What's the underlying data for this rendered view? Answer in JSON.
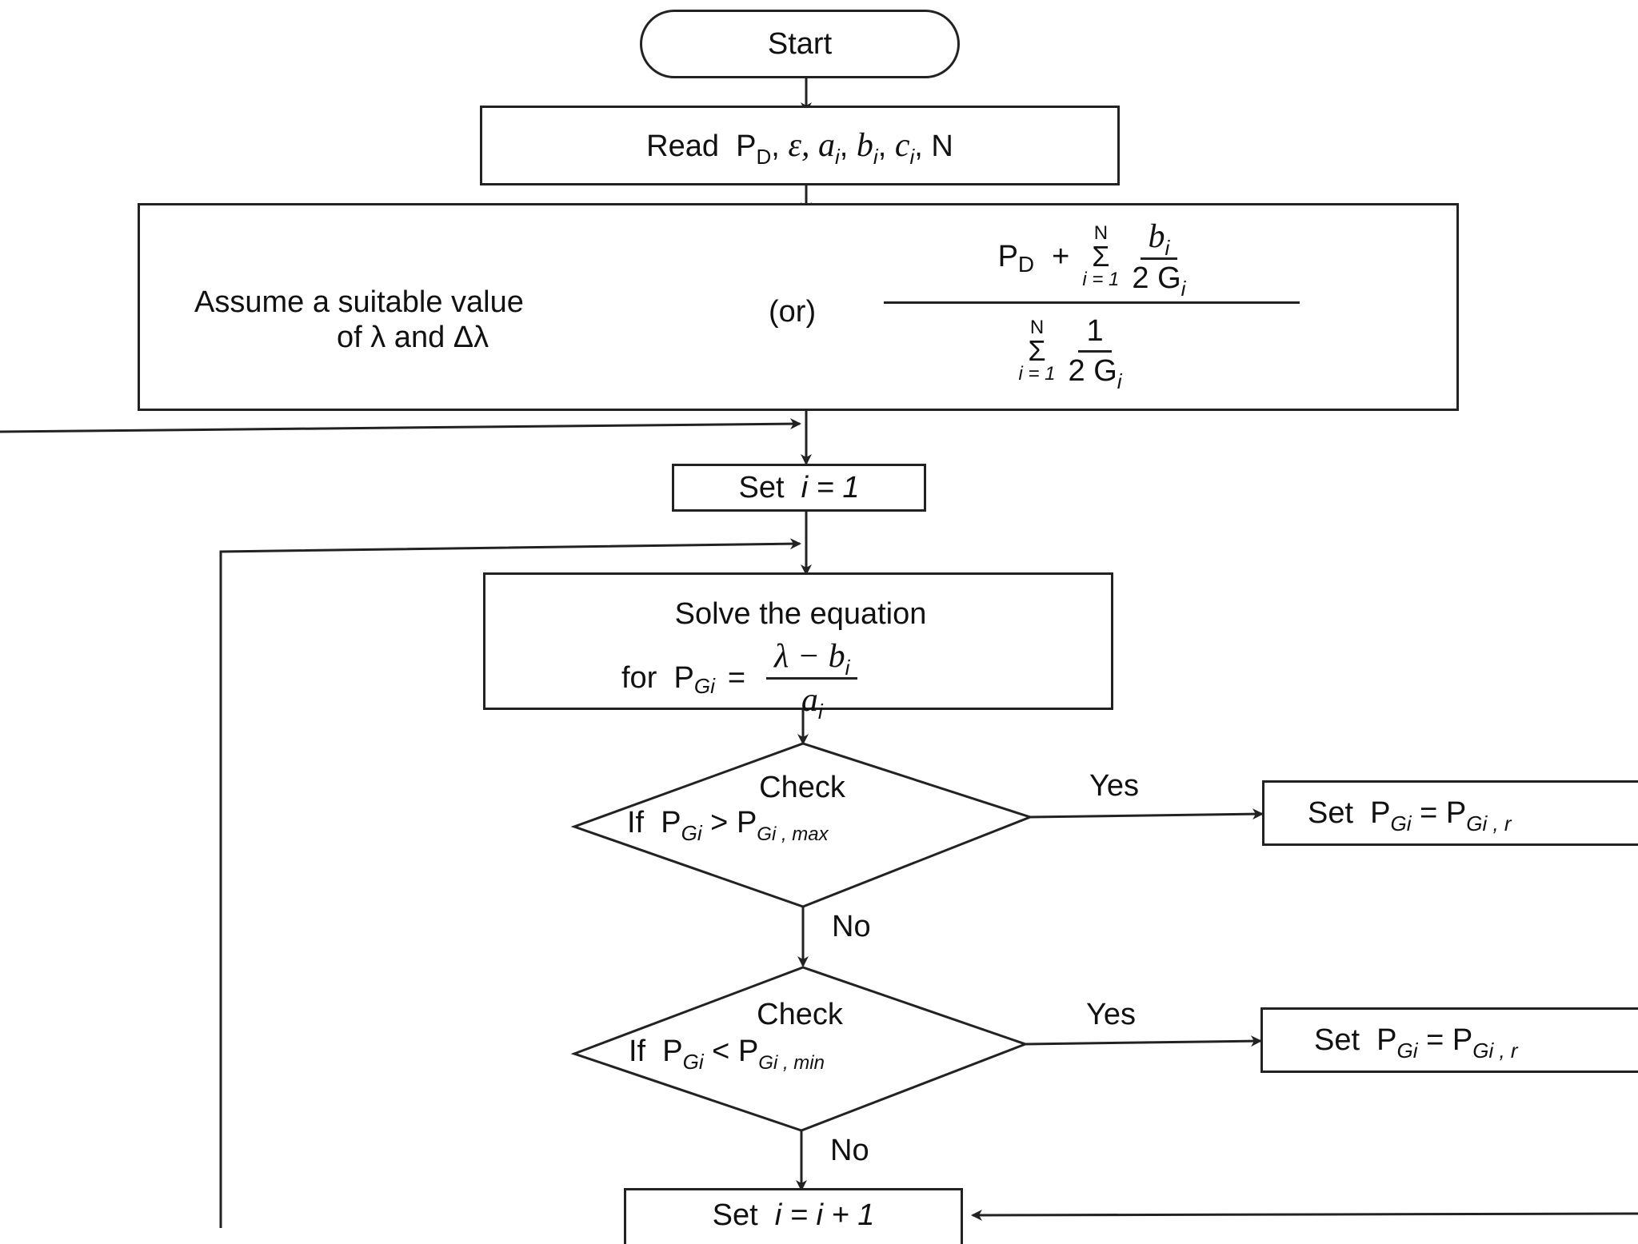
{
  "start": {
    "label": "Start"
  },
  "read": {
    "prefix": "Read",
    "p": "P",
    "p_sub": "D",
    "sep1": ",",
    "eps": "ε,",
    "a": "a",
    "b": "b",
    "c": "c",
    "i": "i",
    "n": "N"
  },
  "assume": {
    "line1": "Assume a suitable value",
    "line2": "of λ and Δλ",
    "or": "(or)",
    "pd": "P",
    "pd_sub": "D",
    "plus": "+",
    "sum_top": "N",
    "sigma": "Σ",
    "sum_bottom": "i = 1",
    "num_b": "b",
    "num_i": "i",
    "den_2g": "2 G",
    "den_i": "i",
    "one": "1"
  },
  "set_i": {
    "label": "Set",
    "expr": "i = 1"
  },
  "solve": {
    "line1": "Solve the equation",
    "line2": "for",
    "pg": "P",
    "pg_sub": "Gi",
    "eq": "=",
    "num": "λ − b",
    "num_sub": "i",
    "den": "a",
    "den_sub": "i"
  },
  "check_max": {
    "line1": "Check",
    "line2_if": "If",
    "pg": "P",
    "pg_sub": "Gi",
    "op": ">",
    "pmax": "P",
    "pmax_sub": "Gi , max"
  },
  "check_min": {
    "line1": "Check",
    "line2_if": "If",
    "pg": "P",
    "pg_sub": "Gi",
    "op": "<",
    "pmin": "P",
    "pmin_sub": "Gi , min"
  },
  "set_max": {
    "label": "Set",
    "pg": "P",
    "pg_sub": "Gi",
    "eq": "=",
    "rhs": "P",
    "rhs_sub": "Gi , r"
  },
  "set_min": {
    "label": "Set",
    "pg": "P",
    "pg_sub": "Gi",
    "eq": "=",
    "rhs": "P",
    "rhs_sub": "Gi , r"
  },
  "set_next": {
    "label": "Set",
    "expr": "i = i + 1"
  },
  "edges": {
    "yes1": "Yes",
    "no1": "No",
    "yes2": "Yes",
    "no2": "No"
  },
  "colors": {
    "line": "#222222",
    "background": "#ffffff"
  }
}
